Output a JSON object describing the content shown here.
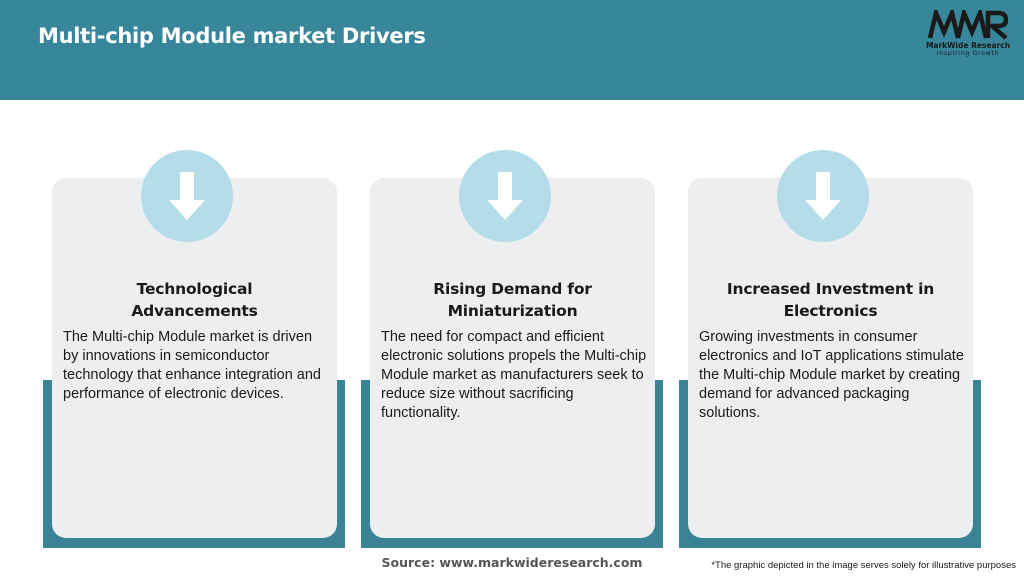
{
  "header": {
    "title": "Multi-chip Module market Drivers",
    "background_color": "#37869a"
  },
  "logo": {
    "mark": "MWR",
    "name": "MarkWide Research",
    "tagline": "Inspiring Growth",
    "icon": "markwide-research-logo-icon"
  },
  "cards": [
    {
      "icon": "arrow-down-icon",
      "title": "Technological Advancements",
      "text": "The Multi-chip Module market is driven by innovations in semiconductor technology that enhance integration and performance of electronic devices."
    },
    {
      "icon": "arrow-down-icon",
      "title": "Rising Demand for Miniaturization",
      "text": "The need for compact and efficient electronic solutions propels the Multi-chip Module market as manufacturers seek to reduce size without sacrificing functionality."
    },
    {
      "icon": "arrow-down-icon",
      "title": "Increased Investment in Electronics",
      "text": "Growing investments in consumer electronics and IoT applications stimulate the Multi-chip Module market by creating demand for advanced packaging solutions."
    }
  ],
  "colors": {
    "card_background": "#eceef0",
    "card_accent": "#3a8296",
    "icon_circle": "#b4dde9"
  },
  "footer": {
    "source": "Source: www.markwideresearch.com",
    "disclaimer": "*The graphic depicted in the image serves solely for illustrative purposes"
  }
}
